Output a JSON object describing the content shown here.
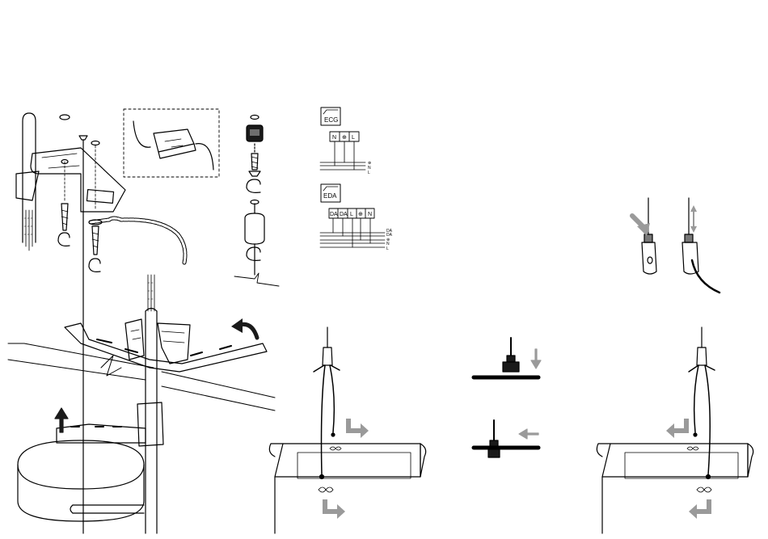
{
  "ecg_badge": {
    "label": "ECG"
  },
  "eda_badge": {
    "label": "EDA"
  },
  "ecg_terminals": [
    "N",
    "⊕",
    "L"
  ],
  "eda_terminals": [
    "DA",
    "DA",
    "L",
    "⊕",
    "N"
  ],
  "ecg_wire_labels": [
    "⊕",
    "N",
    "L"
  ],
  "eda_wire_labels": [
    "DA",
    "DA",
    "⊕",
    "N",
    "L"
  ],
  "colors": {
    "line": "#000000",
    "arrow_grey": "#9a9a9a",
    "arrow_dark": "#1a1a1a",
    "fill_grey": "#6e6e6e"
  }
}
